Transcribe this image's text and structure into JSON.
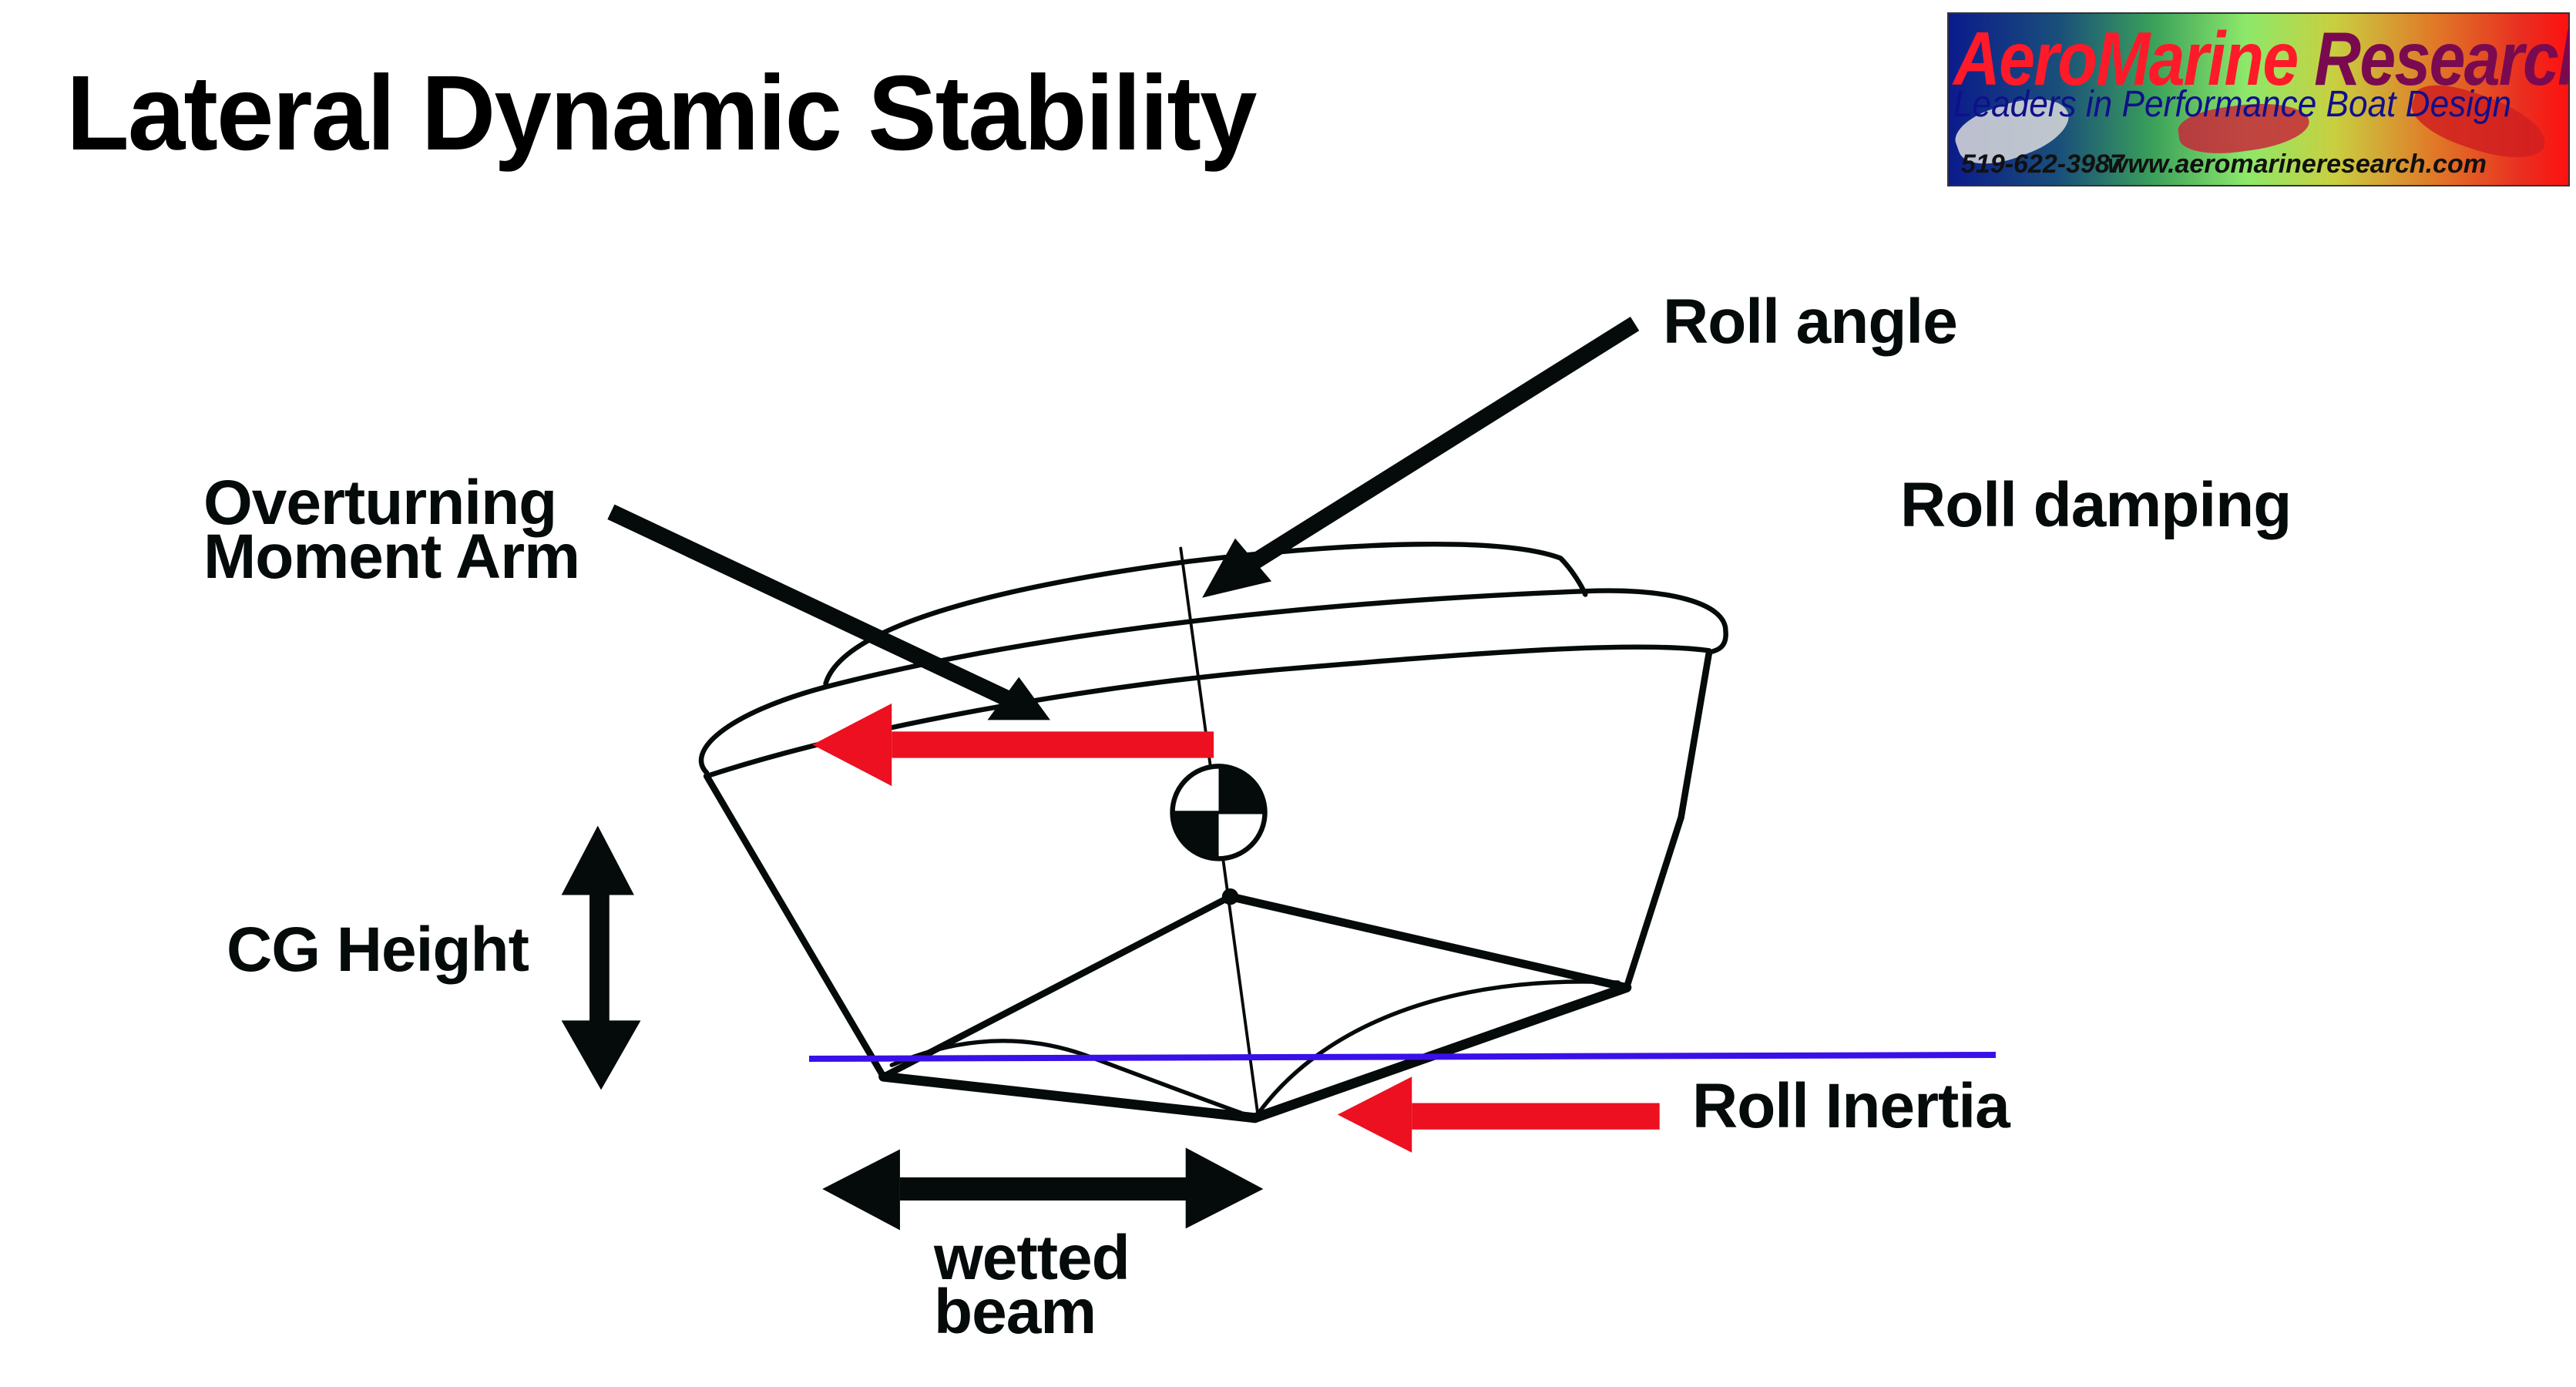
{
  "slide": {
    "title": "Lateral Dynamic Stability",
    "labels": {
      "roll_angle": "Roll angle",
      "roll_damping": "Roll damping",
      "overturning_line1": "Overturning",
      "overturning_line2": "Moment Arm",
      "cg_height": "CG Height",
      "roll_inertia": "Roll Inertia",
      "wetted_line1": "wetted",
      "wetted_line2": "beam"
    },
    "colors": {
      "force_arrow": "#ec1020",
      "waterline": "#3a10e8",
      "ink": "#050a0a"
    }
  },
  "logo": {
    "name_part1": "Aero",
    "name_part2": "Marine",
    "name_part3": " Research",
    "tagline": "Leaders in Performance Boat Design",
    "phone": "519-622-3987",
    "website": "www.aeromarineresearch.com"
  }
}
